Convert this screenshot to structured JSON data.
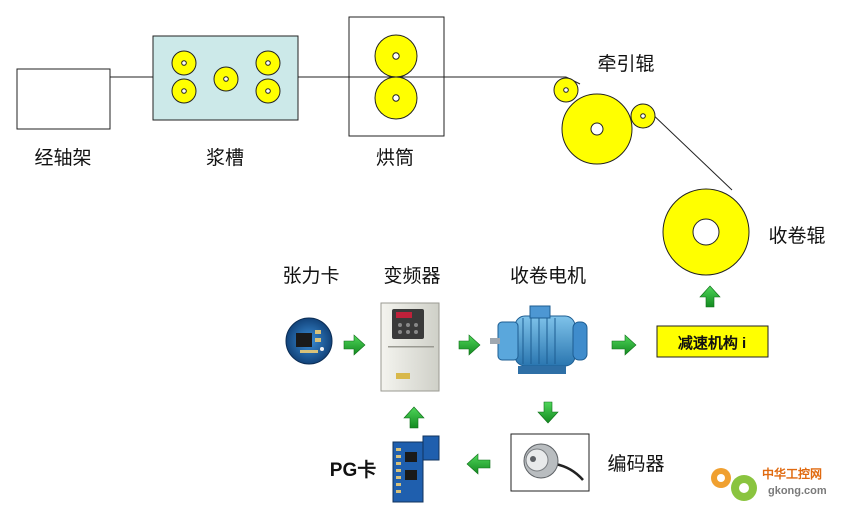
{
  "labels": {
    "warp_beam": "经轴架",
    "size_box": "浆槽",
    "drying_cylinder": "烘筒",
    "traction_roller": "牵引辊",
    "take_up_roller": "收卷辊",
    "tension_card": "张力卡",
    "inverter": "变频器",
    "take_up_motor": "收卷电机",
    "reducer": "减速机构 i",
    "encoder": "编码器",
    "pg_card": "PG卡"
  },
  "watermark": {
    "cn": "中华工控网",
    "url": "gkong.com"
  },
  "colors": {
    "roller_fill": "#ffff00",
    "size_box_fill": "#cce9e9",
    "arrow_green": "#1e9a2a",
    "reducer_fill": "#ffff00"
  }
}
